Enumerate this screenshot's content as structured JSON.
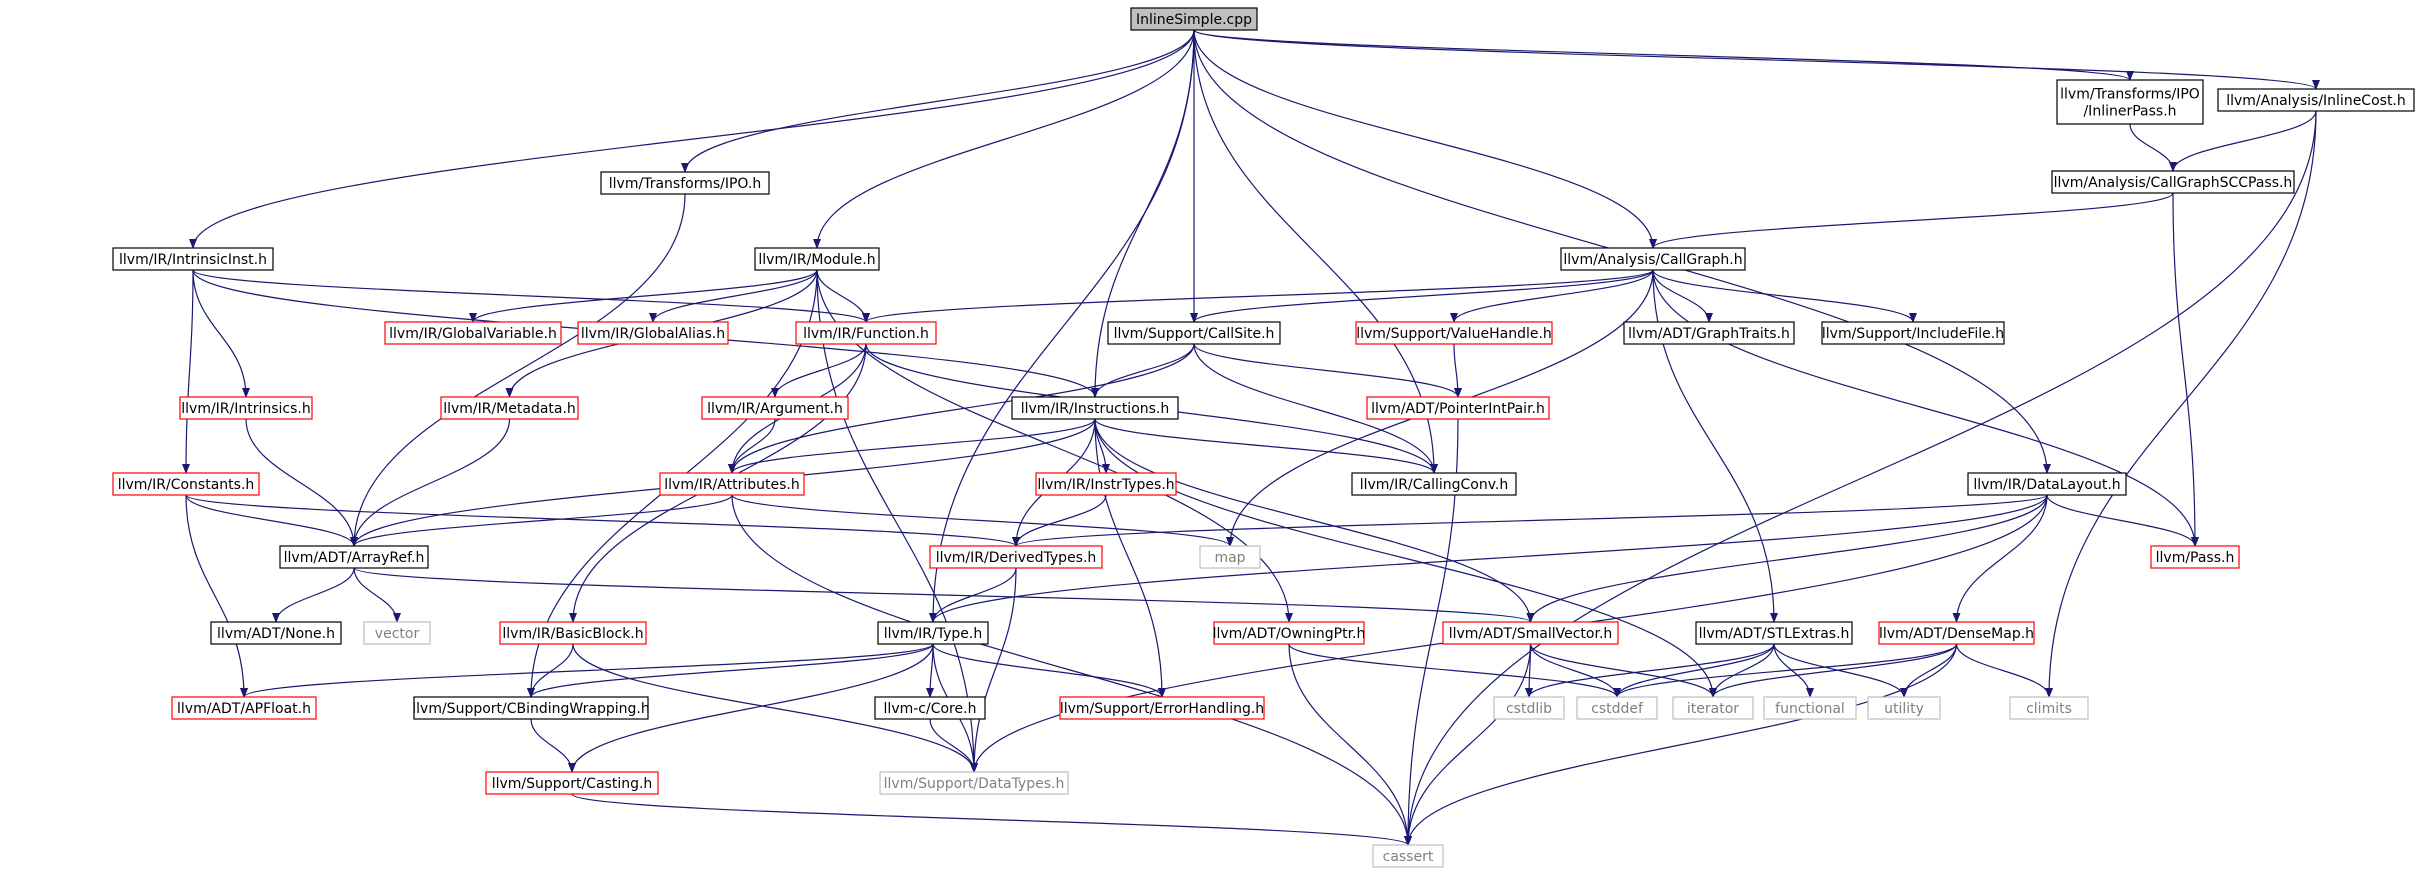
{
  "colors": {
    "edge": "#191970",
    "root_fill": "#bfbfbf",
    "node_fill": "#ffffff",
    "normal_border": "#000000",
    "red_border": "#ff0000",
    "gray_border": "#bfbfbf",
    "gray_text": "#808080",
    "text": "#000000"
  },
  "nodes": [
    {
      "id": "inlinesimple",
      "label": "InlineSimple.cpp",
      "kind": "root"
    },
    {
      "id": "transforms_ipo_inlinerpass",
      "label": "llvm/Transforms/IPO\n/InlinerPass.h",
      "kind": "normal"
    },
    {
      "id": "analysis_inlinecost",
      "label": "llvm/Analysis/InlineCost.h",
      "kind": "normal"
    },
    {
      "id": "transforms_ipo",
      "label": "llvm/Transforms/IPO.h",
      "kind": "normal"
    },
    {
      "id": "analysis_callgraphsccpass",
      "label": "llvm/Analysis/CallGraphSCCPass.h",
      "kind": "normal"
    },
    {
      "id": "ir_intrinsicinst",
      "label": "llvm/IR/IntrinsicInst.h",
      "kind": "normal"
    },
    {
      "id": "ir_module",
      "label": "llvm/IR/Module.h",
      "kind": "normal"
    },
    {
      "id": "analysis_callgraph",
      "label": "llvm/Analysis/CallGraph.h",
      "kind": "normal"
    },
    {
      "id": "ir_globalvariable",
      "label": "llvm/IR/GlobalVariable.h",
      "kind": "red"
    },
    {
      "id": "ir_globalalias",
      "label": "llvm/IR/GlobalAlias.h",
      "kind": "red"
    },
    {
      "id": "ir_function",
      "label": "llvm/IR/Function.h",
      "kind": "red"
    },
    {
      "id": "support_callsite",
      "label": "llvm/Support/CallSite.h",
      "kind": "normal"
    },
    {
      "id": "support_valuehandle",
      "label": "llvm/Support/ValueHandle.h",
      "kind": "red"
    },
    {
      "id": "adt_graphtraits",
      "label": "llvm/ADT/GraphTraits.h",
      "kind": "normal"
    },
    {
      "id": "support_includefile",
      "label": "llvm/Support/IncludeFile.h",
      "kind": "normal"
    },
    {
      "id": "ir_intrinsics",
      "label": "llvm/IR/Intrinsics.h",
      "kind": "red"
    },
    {
      "id": "ir_metadata",
      "label": "llvm/IR/Metadata.h",
      "kind": "red"
    },
    {
      "id": "ir_argument",
      "label": "llvm/IR/Argument.h",
      "kind": "red"
    },
    {
      "id": "ir_instructions",
      "label": "llvm/IR/Instructions.h",
      "kind": "normal"
    },
    {
      "id": "adt_pointerintpair",
      "label": "llvm/ADT/PointerIntPair.h",
      "kind": "red"
    },
    {
      "id": "ir_constants",
      "label": "llvm/IR/Constants.h",
      "kind": "red"
    },
    {
      "id": "ir_attributes",
      "label": "llvm/IR/Attributes.h",
      "kind": "red"
    },
    {
      "id": "ir_instrtypes",
      "label": "llvm/IR/InstrTypes.h",
      "kind": "red"
    },
    {
      "id": "ir_callingconv",
      "label": "llvm/IR/CallingConv.h",
      "kind": "normal"
    },
    {
      "id": "ir_datalayout",
      "label": "llvm/IR/DataLayout.h",
      "kind": "normal"
    },
    {
      "id": "adt_arrayref",
      "label": "llvm/ADT/ArrayRef.h",
      "kind": "normal"
    },
    {
      "id": "map",
      "label": "map",
      "kind": "gray"
    },
    {
      "id": "ir_derivedtypes",
      "label": "llvm/IR/DerivedTypes.h",
      "kind": "red"
    },
    {
      "id": "pass",
      "label": "llvm/Pass.h",
      "kind": "red"
    },
    {
      "id": "adt_none",
      "label": "llvm/ADT/None.h",
      "kind": "normal"
    },
    {
      "id": "vector",
      "label": "vector",
      "kind": "gray"
    },
    {
      "id": "ir_basicblock",
      "label": "llvm/IR/BasicBlock.h",
      "kind": "red"
    },
    {
      "id": "ir_type",
      "label": "llvm/IR/Type.h",
      "kind": "normal"
    },
    {
      "id": "adt_owningptr",
      "label": "llvm/ADT/OwningPtr.h",
      "kind": "red"
    },
    {
      "id": "adt_smallvector",
      "label": "llvm/ADT/SmallVector.h",
      "kind": "red"
    },
    {
      "id": "adt_stlextras",
      "label": "llvm/ADT/STLExtras.h",
      "kind": "normal"
    },
    {
      "id": "adt_densemap",
      "label": "llvm/ADT/DenseMap.h",
      "kind": "red"
    },
    {
      "id": "adt_apfloat",
      "label": "llvm/ADT/APFloat.h",
      "kind": "red"
    },
    {
      "id": "support_cbindingwrapping",
      "label": "llvm/Support/CBindingWrapping.h",
      "kind": "normal"
    },
    {
      "id": "llvmc_core",
      "label": "llvm-c/Core.h",
      "kind": "normal"
    },
    {
      "id": "support_errorhandling",
      "label": "llvm/Support/ErrorHandling.h",
      "kind": "red"
    },
    {
      "id": "cstdlib",
      "label": "cstdlib",
      "kind": "gray"
    },
    {
      "id": "cstddef",
      "label": "cstddef",
      "kind": "gray"
    },
    {
      "id": "iterator",
      "label": "iterator",
      "kind": "gray"
    },
    {
      "id": "functional",
      "label": "functional",
      "kind": "gray"
    },
    {
      "id": "utility",
      "label": "utility",
      "kind": "gray"
    },
    {
      "id": "climits",
      "label": "climits",
      "kind": "gray"
    },
    {
      "id": "support_casting",
      "label": "llvm/Support/Casting.h",
      "kind": "red"
    },
    {
      "id": "support_datatypes",
      "label": "llvm/Support/DataTypes.h",
      "kind": "gray"
    },
    {
      "id": "cassert",
      "label": "cassert",
      "kind": "gray"
    }
  ],
  "edges": [
    [
      "inlinesimple",
      "ir_type"
    ],
    [
      "inlinesimple",
      "ir_intrinsicinst"
    ],
    [
      "inlinesimple",
      "transforms_ipo"
    ],
    [
      "inlinesimple",
      "ir_module"
    ],
    [
      "inlinesimple",
      "ir_instructions"
    ],
    [
      "inlinesimple",
      "support_callsite"
    ],
    [
      "inlinesimple",
      "ir_callingconv"
    ],
    [
      "inlinesimple",
      "analysis_callgraph"
    ],
    [
      "inlinesimple",
      "ir_datalayout"
    ],
    [
      "inlinesimple",
      "transforms_ipo_inlinerpass"
    ],
    [
      "inlinesimple",
      "analysis_inlinecost"
    ],
    [
      "transforms_ipo_inlinerpass",
      "analysis_callgraphsccpass"
    ],
    [
      "analysis_inlinecost",
      "analysis_callgraphsccpass"
    ],
    [
      "analysis_inlinecost",
      "climits"
    ],
    [
      "analysis_inlinecost",
      "cassert"
    ],
    [
      "analysis_callgraphsccpass",
      "analysis_callgraph"
    ],
    [
      "analysis_callgraphsccpass",
      "pass"
    ],
    [
      "transforms_ipo",
      "adt_arrayref"
    ],
    [
      "ir_intrinsicinst",
      "ir_function"
    ],
    [
      "ir_intrinsicinst",
      "ir_intrinsics"
    ],
    [
      "ir_intrinsicinst",
      "ir_instructions"
    ],
    [
      "ir_intrinsicinst",
      "ir_constants"
    ],
    [
      "ir_module",
      "ir_globalvariable"
    ],
    [
      "ir_module",
      "ir_globalalias"
    ],
    [
      "ir_module",
      "ir_function"
    ],
    [
      "ir_module",
      "ir_metadata"
    ],
    [
      "ir_module",
      "adt_owningptr"
    ],
    [
      "ir_module",
      "support_cbindingwrapping"
    ],
    [
      "ir_module",
      "support_datatypes"
    ],
    [
      "analysis_callgraph",
      "ir_function"
    ],
    [
      "analysis_callgraph",
      "support_callsite"
    ],
    [
      "analysis_callgraph",
      "support_valuehandle"
    ],
    [
      "analysis_callgraph",
      "adt_graphtraits"
    ],
    [
      "analysis_callgraph",
      "support_includefile"
    ],
    [
      "analysis_callgraph",
      "adt_stlextras"
    ],
    [
      "analysis_callgraph",
      "map"
    ],
    [
      "analysis_callgraph",
      "pass"
    ],
    [
      "ir_function",
      "ir_argument"
    ],
    [
      "ir_function",
      "ir_attributes"
    ],
    [
      "ir_function",
      "ir_basicblock"
    ],
    [
      "ir_function",
      "ir_callingconv"
    ],
    [
      "support_callsite",
      "ir_instructions"
    ],
    [
      "support_callsite",
      "adt_pointerintpair"
    ],
    [
      "support_callsite",
      "ir_attributes"
    ],
    [
      "support_callsite",
      "ir_callingconv"
    ],
    [
      "support_valuehandle",
      "adt_pointerintpair"
    ],
    [
      "ir_intrinsics",
      "adt_arrayref"
    ],
    [
      "ir_metadata",
      "adt_arrayref"
    ],
    [
      "ir_argument",
      "ir_attributes"
    ],
    [
      "ir_instructions",
      "ir_attributes"
    ],
    [
      "ir_instructions",
      "ir_instrtypes"
    ],
    [
      "ir_instructions",
      "ir_derivedtypes"
    ],
    [
      "ir_instructions",
      "ir_callingconv"
    ],
    [
      "ir_instructions",
      "adt_smallvector"
    ],
    [
      "ir_instructions",
      "adt_arrayref"
    ],
    [
      "ir_instructions",
      "support_errorhandling"
    ],
    [
      "ir_instructions",
      "iterator"
    ],
    [
      "adt_pointerintpair",
      "cassert"
    ],
    [
      "ir_constants",
      "adt_arrayref"
    ],
    [
      "ir_constants",
      "ir_derivedtypes"
    ],
    [
      "ir_constants",
      "adt_apfloat"
    ],
    [
      "ir_attributes",
      "adt_arrayref"
    ],
    [
      "ir_attributes",
      "map"
    ],
    [
      "ir_attributes",
      "cassert"
    ],
    [
      "ir_instrtypes",
      "ir_derivedtypes"
    ],
    [
      "ir_datalayout",
      "ir_derivedtypes"
    ],
    [
      "ir_datalayout",
      "ir_type"
    ],
    [
      "ir_datalayout",
      "pass"
    ],
    [
      "ir_datalayout",
      "adt_smallvector"
    ],
    [
      "ir_datalayout",
      "adt_densemap"
    ],
    [
      "ir_datalayout",
      "support_datatypes"
    ],
    [
      "adt_arrayref",
      "adt_none"
    ],
    [
      "adt_arrayref",
      "vector"
    ],
    [
      "adt_arrayref",
      "adt_smallvector"
    ],
    [
      "ir_derivedtypes",
      "ir_type"
    ],
    [
      "ir_derivedtypes",
      "support_datatypes"
    ],
    [
      "ir_basicblock",
      "support_cbindingwrapping"
    ],
    [
      "ir_basicblock",
      "support_datatypes"
    ],
    [
      "ir_type",
      "adt_apfloat"
    ],
    [
      "ir_type",
      "support_cbindingwrapping"
    ],
    [
      "ir_type",
      "llvmc_core"
    ],
    [
      "ir_type",
      "support_errorhandling"
    ],
    [
      "ir_type",
      "support_casting"
    ],
    [
      "ir_type",
      "support_datatypes"
    ],
    [
      "adt_owningptr",
      "cstddef"
    ],
    [
      "adt_owningptr",
      "cassert"
    ],
    [
      "adt_smallvector",
      "cassert"
    ],
    [
      "adt_smallvector",
      "cstdlib"
    ],
    [
      "adt_smallvector",
      "cstddef"
    ],
    [
      "adt_smallvector",
      "iterator"
    ],
    [
      "adt_stlextras",
      "cstdlib"
    ],
    [
      "adt_stlextras",
      "cstddef"
    ],
    [
      "adt_stlextras",
      "iterator"
    ],
    [
      "adt_stlextras",
      "functional"
    ],
    [
      "adt_stlextras",
      "utility"
    ],
    [
      "adt_densemap",
      "cstddef"
    ],
    [
      "adt_densemap",
      "iterator"
    ],
    [
      "adt_densemap",
      "utility"
    ],
    [
      "adt_densemap",
      "climits"
    ],
    [
      "adt_densemap",
      "cassert"
    ],
    [
      "support_cbindingwrapping",
      "support_casting"
    ],
    [
      "llvmc_core",
      "support_datatypes"
    ],
    [
      "support_casting",
      "cassert"
    ]
  ]
}
